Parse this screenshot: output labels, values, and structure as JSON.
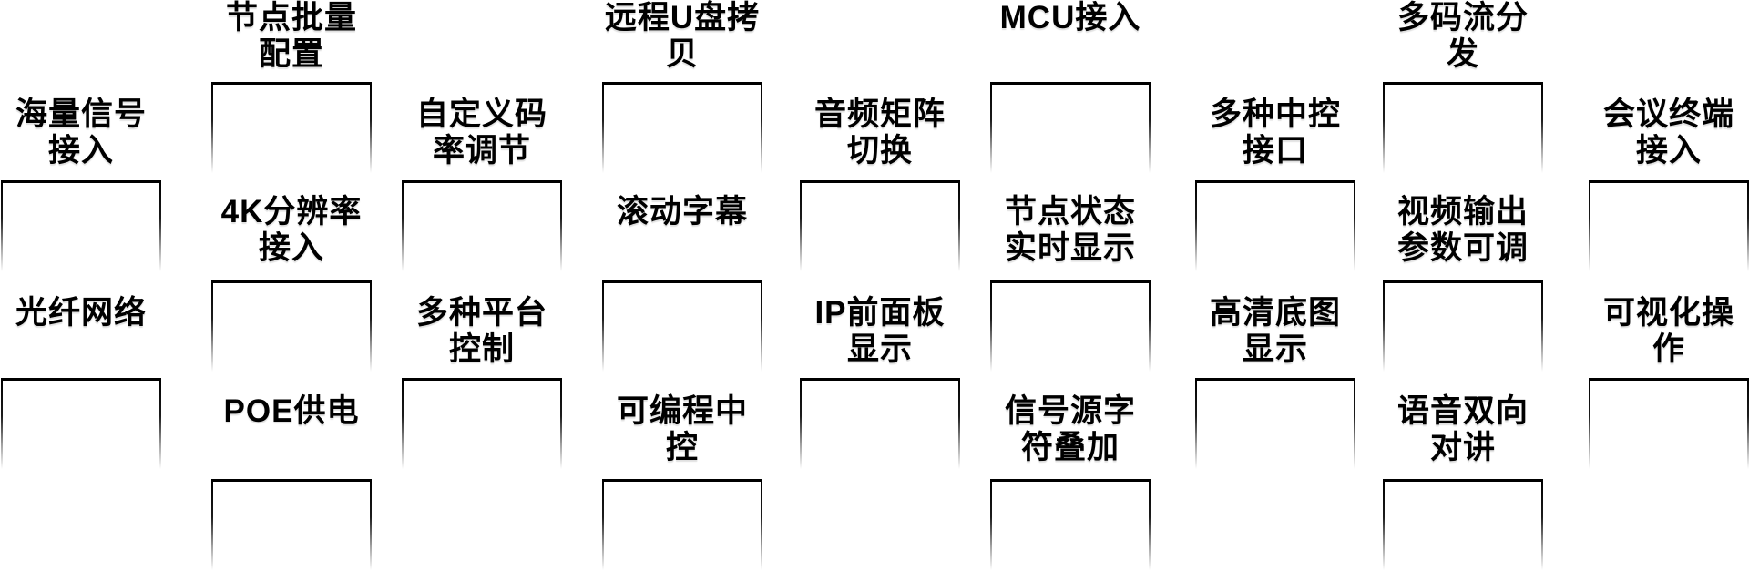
{
  "colors": {
    "background": "#ffffff",
    "text": "#000000",
    "box_border": "#000000"
  },
  "figure": {
    "columns": [
      {
        "type": "A",
        "items": [
          {
            "text": "海量信号接入",
            "lines": [
              "海量信号",
              "接入"
            ]
          },
          {
            "text": "光纤网络",
            "lines": [
              "光纤网络"
            ]
          }
        ]
      },
      {
        "type": "B",
        "items": [
          {
            "text": "节点批量配置",
            "lines": [
              "节点批量",
              "配置"
            ]
          },
          {
            "text": "4K分辨率接入",
            "lines": [
              "4K分辨率",
              "接入"
            ]
          },
          {
            "text": "POE供电",
            "lines": [
              "POE供电"
            ]
          }
        ]
      },
      {
        "type": "A",
        "items": [
          {
            "text": "自定义码率调节",
            "lines": [
              "自定义码",
              "率调节"
            ]
          },
          {
            "text": "多种平台控制",
            "lines": [
              "多种平台",
              "控制"
            ]
          }
        ]
      },
      {
        "type": "B",
        "items": [
          {
            "text": "远程U盘拷贝",
            "lines": [
              "远程U盘拷",
              "贝"
            ]
          },
          {
            "text": "滚动字幕",
            "lines": [
              "滚动字幕"
            ]
          },
          {
            "text": "可编程中控",
            "lines": [
              "可编程中",
              "控"
            ]
          }
        ]
      },
      {
        "type": "A",
        "items": [
          {
            "text": "音频矩阵切换",
            "lines": [
              "音频矩阵",
              "切换"
            ]
          },
          {
            "text": "IP前面板显示",
            "lines": [
              "IP前面板",
              "显示"
            ]
          }
        ]
      },
      {
        "type": "B",
        "items": [
          {
            "text": "MCU接入",
            "lines": [
              "MCU接入"
            ]
          },
          {
            "text": "节点状态实时显示",
            "lines": [
              "节点状态",
              "实时显示"
            ]
          },
          {
            "text": "信号源字符叠加",
            "lines": [
              "信号源字",
              "符叠加"
            ]
          }
        ]
      },
      {
        "type": "A",
        "items": [
          {
            "text": "多种中控接口",
            "lines": [
              "多种中控",
              "接口"
            ]
          },
          {
            "text": "高清底图显示",
            "lines": [
              "高清底图",
              "显示"
            ]
          }
        ]
      },
      {
        "type": "B",
        "items": [
          {
            "text": "多码流分发",
            "lines": [
              "多码流分",
              "发"
            ]
          },
          {
            "text": "视频输出参数可调",
            "lines": [
              "视频输出",
              "参数可调"
            ]
          },
          {
            "text": "语音双向对讲",
            "lines": [
              "语音双向",
              "对讲"
            ]
          }
        ]
      },
      {
        "type": "A",
        "items": [
          {
            "text": "会议终端接入",
            "lines": [
              "会议终端",
              "接入"
            ]
          },
          {
            "text": "可视化操作",
            "lines": [
              "可视化操",
              "作"
            ]
          }
        ]
      }
    ]
  }
}
